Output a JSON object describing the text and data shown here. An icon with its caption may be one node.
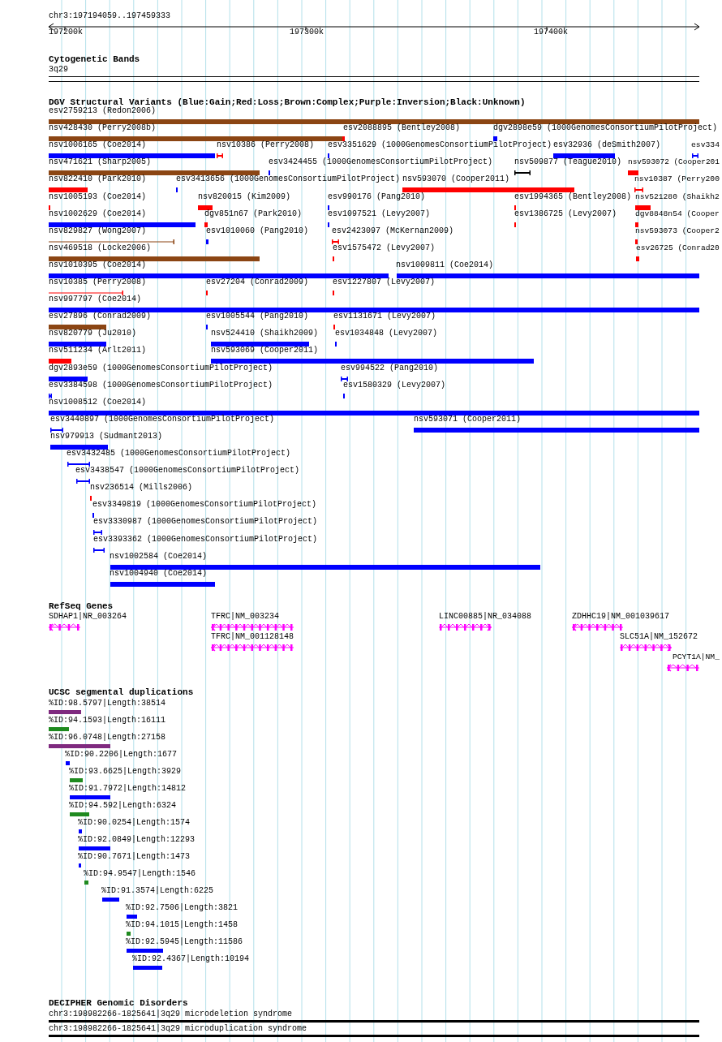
{
  "diagram": {
    "nodes": [
      {
        "text": [
          "3q29"
        ]
      },
      {
        "text": [
          "esv2759213 (Redon2006)"
        ]
      },
      {
        "text": [
          "nsv428430 (Perry2008b)"
        ]
      },
      {
        "text": [
          "esv2088895 (Bentley2008)"
        ]
      },
      {
        "text": [
          "dgv2898e59 (1000GenomesConsortiumPilotProject)"
        ]
      },
      {
        "text": [
          "nsv1006165 (Coe2014)"
        ]
      },
      {
        "text": [
          "nsv10386 (Perry2008)"
        ]
      },
      {
        "text": [
          "esv3351629 (1000GenomesConsortiumPilotProject)"
        ]
      },
      {
        "text": [
          "esv32936 (deSmith2007)"
        ]
      },
      {
        "text": [
          "esv334"
        ]
      },
      {
        "text": [
          "nsv471621 (Sharp2005)"
        ]
      },
      {
        "text": [
          "esv3424455 (1000GenomesConsortiumPilotProject)"
        ]
      },
      {
        "text": [
          "nsv509877 (Teague2010)"
        ]
      },
      {
        "text": [
          "nsv593072 (Cooper201"
        ]
      },
      {
        "text": [
          "nsv822410 (Park2010)"
        ]
      },
      {
        "text": [
          "esv3413656 (1000GenomesConsortiumPilotProject)"
        ]
      },
      {
        "text": [
          "nsv593070 (Cooper2011)"
        ]
      },
      {
        "text": [
          "nsv10387 (Perry200"
        ]
      },
      {
        "text": [
          "nsv1005193 (Coe2014)"
        ]
      },
      {
        "text": [
          "nsv820015 (Kim2009)"
        ]
      },
      {
        "text": [
          "esv990176 (Pang2010)"
        ]
      },
      {
        "text": [
          "esv1994365 (Bentley2008)"
        ]
      },
      {
        "text": [
          "nsv521280 (Shaikh2"
        ]
      },
      {
        "text": [
          "nsv1002629 (Coe2014)"
        ]
      },
      {
        "text": [
          "dgv851n67 (Park2010)"
        ]
      },
      {
        "text": [
          "esv1097521 (Levy2007)"
        ]
      },
      {
        "text": [
          "esv1386725 (Levy2007)"
        ]
      },
      {
        "text": [
          "dgv8848n54 (Cooper"
        ]
      },
      {
        "text": [
          "nsv829827 (Wong2007)"
        ]
      },
      {
        "text": [
          "esv1010060 (Pang2010)"
        ]
      },
      {
        "text": [
          "esv2423097 (McKernan2009)"
        ]
      },
      {
        "text": [
          "nsv593073 (Cooper2"
        ]
      },
      {
        "text": [
          "nsv469518 (Locke2006)"
        ]
      },
      {
        "text": [
          "esv1575472 (Levy2007)"
        ]
      },
      {
        "text": [
          "esv26725 (Conrad20"
        ]
      },
      {
        "text": [
          "nsv1010395 (Coe2014)"
        ]
      },
      {
        "text": [
          "nsv1009811 (Coe2014)"
        ]
      },
      {
        "text": [
          "nsv10385 (Perry2008)"
        ]
      },
      {
        "text": [
          "esv27204 (Conrad2009)"
        ]
      },
      {
        "text": [
          "esv1227807 (Levy2007)"
        ]
      },
      {
        "text": [
          "nsv997797 (Coe2014)"
        ]
      },
      {
        "text": [
          "esv27896 (Conrad2009)"
        ]
      },
      {
        "text": [
          "esv1005544 (Pang2010)"
        ]
      },
      {
        "text": [
          "esv1131671 (Levy2007)"
        ]
      },
      {
        "text": [
          "nsv820779 (Ju2010)"
        ]
      },
      {
        "text": [
          "nsv524410 (Shaikh2009)"
        ]
      },
      {
        "text": [
          "esv1034848 (Levy2007)"
        ]
      },
      {
        "text": [
          "nsv511234 (Arlt2011)"
        ]
      },
      {
        "text": [
          "nsv593069 (Cooper2011)"
        ]
      },
      {
        "text": [
          "dgv2893e59 (1000GenomesConsortiumPilotProject)"
        ]
      },
      {
        "text": [
          "esv994522 (Pang2010)"
        ]
      },
      {
        "text": [
          "esv3384598 (1000GenomesConsortiumPilotProject)"
        ]
      },
      {
        "text": [
          "esv1580329 (Levy2007)"
        ]
      },
      {
        "text": [
          "nsv1008512 (Coe2014)"
        ]
      },
      {
        "text": [
          "esv3440897 (1000GenomesConsortiumPilotProject)"
        ]
      },
      {
        "text": [
          "nsv593071 (Cooper2011)"
        ]
      },
      {
        "text": [
          "nsv979913 (Sudmant2013)"
        ]
      },
      {
        "text": [
          "esv3432485 (1000GenomesConsortiumPilotProject)"
        ]
      },
      {
        "text": [
          "esv3438547 (1000GenomesConsortiumPilotProject)"
        ]
      },
      {
        "text": [
          "nsv236514 (Mills2006)"
        ]
      },
      {
        "text": [
          "esv3349819 (1000GenomesConsortiumPilotProject)"
        ]
      },
      {
        "text": [
          "esv3330987 (1000GenomesConsortiumPilotProject)"
        ]
      },
      {
        "text": [
          "esv3393362 (1000GenomesConsortiumPilotProject)"
        ]
      },
      {
        "text": [
          "nsv1002584 (Coe2014)"
        ]
      },
      {
        "text": [
          "nsv1004940 (Coe2014)"
        ]
      },
      {
        "text": [
          "SDHAP1|NR_003264"
        ]
      },
      {
        "text": [
          "TFRC|NM_003234"
        ]
      },
      {
        "text": [
          "TFRC|NM_001128148"
        ]
      },
      {
        "text": [
          "LINC00885|NR_034088"
        ]
      },
      {
        "text": [
          "ZDHHC19|NM_001039617"
        ]
      },
      {
        "text": [
          "SLC51A|NM_152672"
        ]
      },
      {
        "text": [
          "PCYT1A|NM_"
        ]
      },
      {
        "text": [
          "%ID:98.5797|Length:38514"
        ]
      },
      {
        "text": [
          "%ID:94.1593|Length:16111"
        ]
      },
      {
        "text": [
          "%ID:96.0748|Length:27158"
        ]
      },
      {
        "text": [
          "%ID:90.2206|Length:1677"
        ]
      },
      {
        "text": [
          "%ID:93.6625|Length:3929"
        ]
      },
      {
        "text": [
          "%ID:91.7972|Length:14812"
        ]
      },
      {
        "text": [
          "%ID:94.592|Length:6324"
        ]
      },
      {
        "text": [
          "%ID:90.0254|Length:1574"
        ]
      },
      {
        "text": [
          "%ID:92.0849|Length:12293"
        ]
      },
      {
        "text": [
          "%ID:90.7671|Length:1473"
        ]
      },
      {
        "text": [
          "%ID:94.9547|Length:1546"
        ]
      },
      {
        "text": [
          "%ID:91.3574|Length:6225"
        ]
      },
      {
        "text": [
          "%ID:92.7506|Length:3821"
        ]
      },
      {
        "text": [
          "%ID:94.1015|Length:1458"
        ]
      },
      {
        "text": [
          "%ID:92.5945|Length:11586"
        ]
      },
      {
        "text": [
          "%ID:92.4367|Length:10194"
        ]
      },
      {
        "text": [
          "chr3:198982266-1825641|3q29 microdeletion syndrome"
        ]
      },
      {
        "text": [
          "chr3:198982266-1825641|3q29 microduplication syndrome"
        ]
      }
    ],
    "labels": [
      "chr3:197194059..197459333",
      "197200k",
      "197300k",
      "197400k",
      "Cytogenetic Bands",
      "DGV Structural Variants (Blue:Gain;Red:Loss;Brown:Complex;Purple:Inversion;Black:Unknown)",
      "RefSeq Genes",
      "UCSC segmental duplications",
      "DECIPHER Genomic Disorders"
    ]
  }
}
